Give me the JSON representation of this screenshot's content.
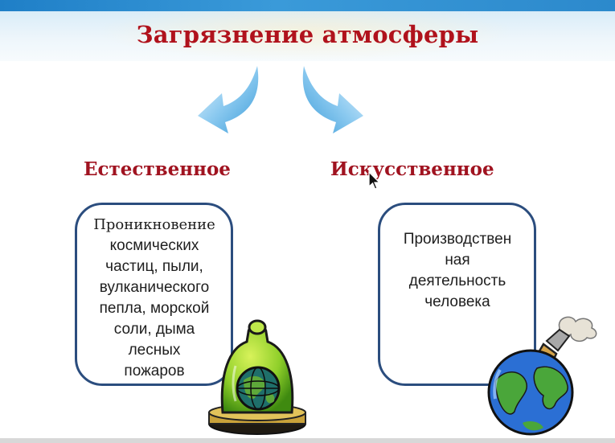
{
  "slide": {
    "title": "Загрязнение атмосферы",
    "left": {
      "heading": "Естественное",
      "first_line": "Проникновение",
      "lines": [
        "космических",
        "частиц, пыли,",
        "вулканического",
        "пепла, морской",
        "соли, дыма",
        "лесных",
        "пожаров"
      ]
    },
    "right": {
      "heading": "Искусственное",
      "lines": [
        "Производствен",
        "ная",
        "деятельность",
        "человека"
      ]
    }
  },
  "colors": {
    "title": "#b0121c",
    "heading": "#a01320",
    "card_border": "#2b4d7e",
    "arrow": "#58aee0",
    "top_bar": "#1f7fc7"
  },
  "icons": {
    "left_arrow": "curved-arrow-down-left-icon",
    "right_arrow": "curved-arrow-down-right-icon",
    "globe_under_bell_jar": "globe-in-bell-jar-icon",
    "polluted_globe": "globe-with-chimney-icon",
    "cursor": "mouse-cursor-icon"
  }
}
